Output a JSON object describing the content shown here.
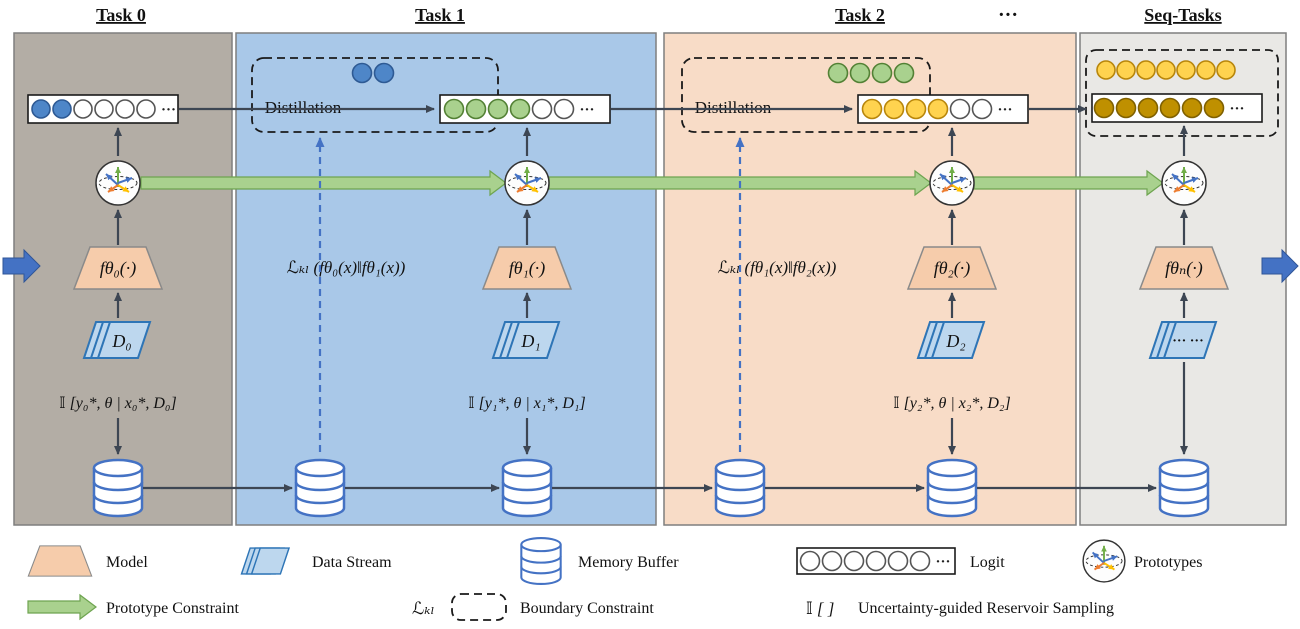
{
  "headers": {
    "task0": "Task 0",
    "task1": "Task 1",
    "task2": "Task 2",
    "ellipsis": "···",
    "seq": "Seq-Tasks"
  },
  "labels": {
    "distillation1": "Distillation",
    "distillation2": "Distillation",
    "kl01": "ℒₖₗ (fθ₀(x)‖fθ₁(x))",
    "kl12": "ℒₖₗ (fθ₁(x)‖fθ₂(x))",
    "model0": "fθ₀(·)",
    "model1": "fθ₁(·)",
    "model2": "fθ₂(·)",
    "modelN": "fθₙ(·)",
    "data0": "D₀",
    "data1": "D₁",
    "data2": "D₂",
    "dataSeq": "··· ···",
    "mi0": "𝕀 [y₀*, θ | x₀*, D₀]",
    "mi1": "𝕀 [y₁*, θ | x₁*, D₁]",
    "mi2": "𝕀 [y₂*, θ | x₂*, D₂]",
    "ellipsis": "···"
  },
  "legend": {
    "model": "Model",
    "data_stream": "Data Stream",
    "memory_buffer": "Memory Buffer",
    "logit": "Logit",
    "prototypes": "Prototypes",
    "prototype_constraint": "Prototype Constraint",
    "kl_symbol": "ℒₖₗ",
    "boundary_constraint": "Boundary Constraint",
    "sampling_symbol": "𝕀 [ ]",
    "sampling": "Uncertainty-guided Reservoir Sampling"
  },
  "logit_rows": {
    "task0": {
      "fills": [
        "blue",
        "blue",
        "white",
        "white",
        "white",
        "white"
      ],
      "dots": true
    },
    "task1": {
      "fills": [
        "green",
        "green",
        "green",
        "green",
        "white",
        "white"
      ],
      "dots": true
    },
    "task2": {
      "fills": [
        "yellow",
        "yellow",
        "yellow",
        "yellow",
        "white",
        "white"
      ],
      "dots": true
    },
    "seq_logits": {
      "fills": [
        "gold",
        "gold",
        "gold",
        "gold",
        "gold",
        "gold"
      ],
      "dots": true
    },
    "seq_top": {
      "fills": [
        "yellow",
        "yellow",
        "yellow",
        "yellow",
        "yellow",
        "yellow",
        "yellow"
      ],
      "dots": false
    },
    "distill_prev1": {
      "fills": [
        "blue",
        "blue"
      ],
      "dots": false
    },
    "distill_prev2": {
      "fills": [
        "green",
        "green",
        "green",
        "green"
      ],
      "dots": false
    },
    "legend_row": {
      "fills": [
        "white",
        "white",
        "white",
        "white",
        "white",
        "white"
      ],
      "dots": true
    }
  },
  "colors": {
    "panels": {
      "task0": "#b3ada5",
      "task1": "#a9c8e8",
      "task2": "#f8dcc7",
      "seq": "#e9e8e5"
    },
    "circles": {
      "blue": {
        "fill": "#4e86c8",
        "stroke": "#2e5a94"
      },
      "green": {
        "fill": "#a9d18e",
        "stroke": "#538135"
      },
      "yellow": {
        "fill": "#ffd34f",
        "stroke": "#b8860b"
      },
      "gold": {
        "fill": "#bf9000",
        "stroke": "#7f6000"
      },
      "white": {
        "fill": "#ffffff",
        "stroke": "#555555"
      }
    },
    "accents": {
      "flow_blue": "#4472c4",
      "prototype_green": "#a9d18e",
      "model_fill": "#f6ccab",
      "data_fill": "#bdd7ee",
      "arrow_dark": "#3d4653"
    }
  }
}
